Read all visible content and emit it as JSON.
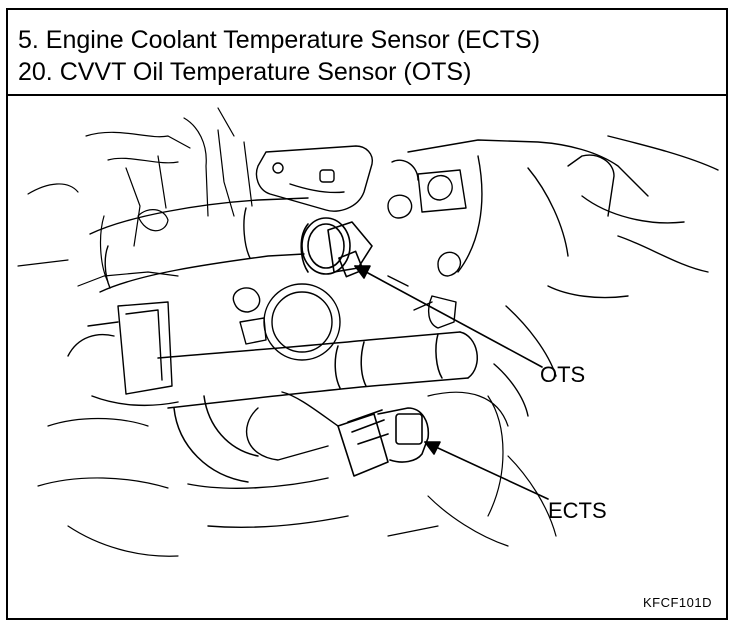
{
  "title_lines": [
    "5.  Engine Coolant Temperature Sensor (ECTS)",
    "20.  CVVT Oil Temperature Sensor (OTS)"
  ],
  "callouts": {
    "ots": "OTS",
    "ects": "ECTS"
  },
  "figure_code": "KFCF101D"
}
